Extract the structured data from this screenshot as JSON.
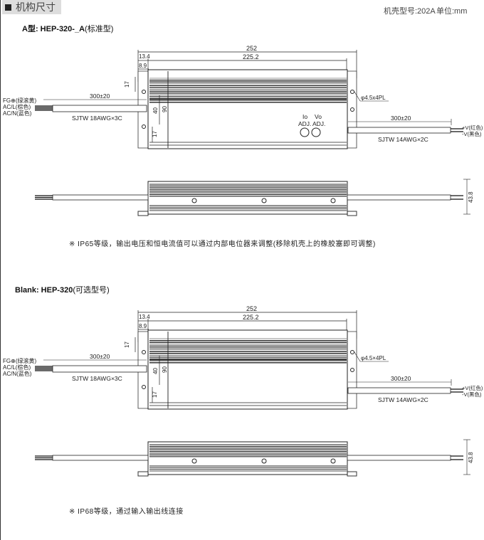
{
  "header": {
    "section_title": "机构尺寸",
    "case_no": "机壳型号:202A",
    "unit": "单位:mm"
  },
  "variants": [
    {
      "title_bold": "A型: HEP-320-_A",
      "title_suffix": "(标准型)",
      "dims": {
        "overall": "252",
        "inner": "225.2",
        "d1": "13.4",
        "d2": "8.9",
        "h17a": "17",
        "h40": "40",
        "h90": "90",
        "h17b": "17",
        "hole": "φ4.5x4PL",
        "height": "43.8"
      },
      "input": {
        "fg": "FG⊕(绿滚黄)",
        "l": "AC/L(棕色)",
        "n": "AC/N(蓝色)",
        "length": "300±20",
        "cable": "SJTW 18AWG×3C"
      },
      "output": {
        "length": "300±20",
        "cable": "SJTW 14AWG×2C",
        "pos": "+V(红色)",
        "neg": "-V(黑色)"
      },
      "adj": {
        "io": "Io",
        "vo": "Vo",
        "adj1": "ADJ.",
        "adj2": "ADJ."
      },
      "note": "※ IP65等级，输出电压和恒电流值可以通过内部电位器来调整(移除机壳上的橡胶塞即可调整)"
    },
    {
      "title_bold": "Blank: HEP-320",
      "title_suffix": "(可选型号)",
      "dims": {
        "overall": "252",
        "inner": "225.2",
        "d1": "13.4",
        "d2": "8.9",
        "h17a": "17",
        "h40": "40",
        "h90": "90",
        "h17b": "17",
        "hole": "φ4.5×4PL",
        "height": "43.8"
      },
      "input": {
        "fg": "FG⊕(绿滚黄)",
        "l": "AC/L(棕色)",
        "n": "AC/N(蓝色)",
        "length": "300±20",
        "cable": "SJTW 18AWG×3C"
      },
      "output": {
        "length": "300±20",
        "cable": "SJTW 14AWG×2C",
        "pos": "+V(红色)",
        "neg": "-V(黑色)"
      },
      "note": "※ IP68等级，通过输入输出线连接"
    }
  ]
}
